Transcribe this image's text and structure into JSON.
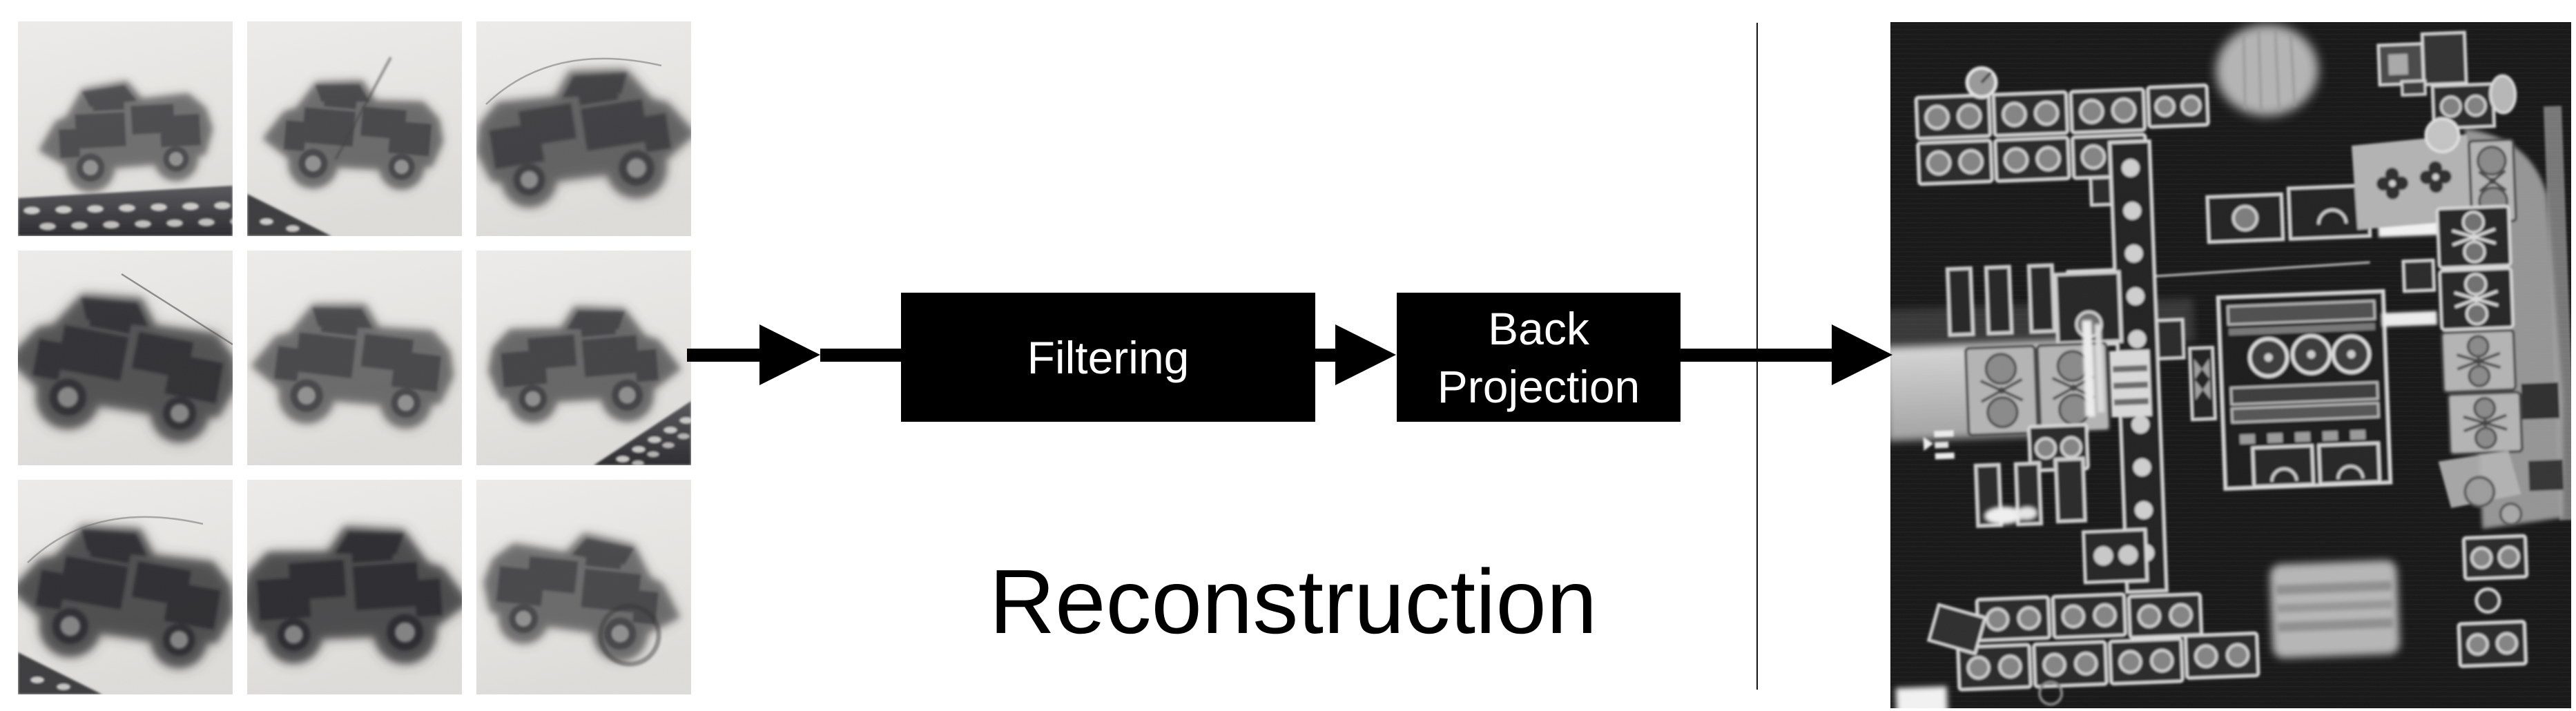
{
  "labels": {
    "filtering": "Filtering",
    "back": "Back",
    "projection": "Projection",
    "caption": "Reconstruction"
  },
  "projection_grid": {
    "rows": 3,
    "cols": 3
  },
  "colors": {
    "background": "#ffffff",
    "box_fill": "#000000",
    "box_text": "#ffffff",
    "arrow": "#000000",
    "divider_line": "#111111",
    "caption_text": "#000000",
    "projection_background": "#e9e8e5",
    "projection_ink": "#333333",
    "ct_background": "#181818",
    "ct_parts": "#d9d9d9"
  }
}
